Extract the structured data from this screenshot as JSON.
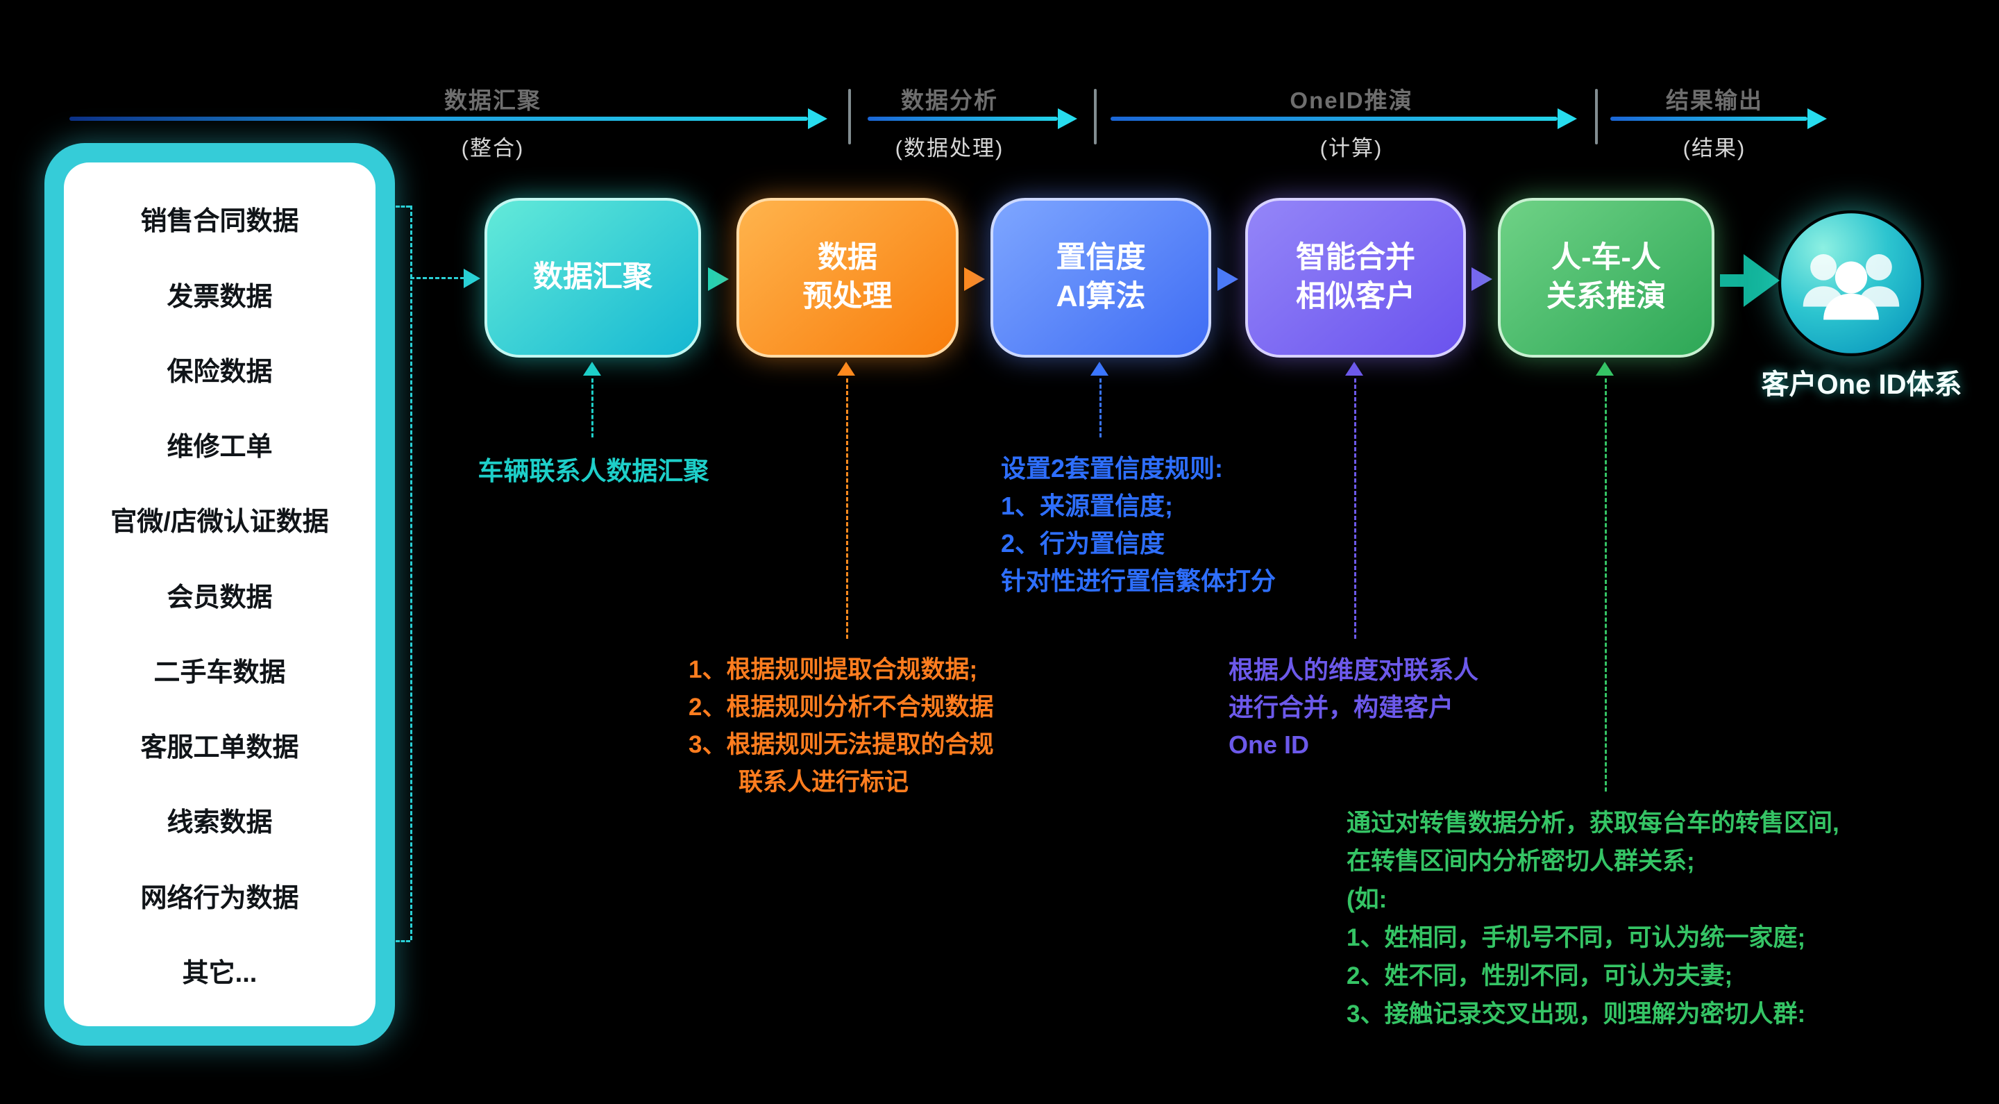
{
  "phases": [
    {
      "label": "数据汇聚",
      "sub": "(整合)"
    },
    {
      "label": "数据分析",
      "sub": "(数据处理)"
    },
    {
      "label": "OneID推演",
      "sub": "(计算)"
    },
    {
      "label": "结果输出",
      "sub": "(结果)"
    }
  ],
  "sources": {
    "items": [
      "销售合同数据",
      "发票数据",
      "保险数据",
      "维修工单",
      "官微/店微认证数据",
      "会员数据",
      "二手车数据",
      "客服工单数据",
      "线索数据",
      "网络行为数据",
      "其它..."
    ]
  },
  "steps": [
    {
      "lines": [
        "数据汇聚"
      ]
    },
    {
      "lines": [
        "数据",
        "预处理"
      ]
    },
    {
      "lines": [
        "置信度",
        "AI算法"
      ]
    },
    {
      "lines": [
        "智能合并",
        "相似客户"
      ]
    },
    {
      "lines": [
        "人-车-人",
        "关系推演"
      ]
    }
  ],
  "result": {
    "label": "客户One ID体系"
  },
  "notes": {
    "aggregation": {
      "lines": [
        "车辆联系人数据汇聚"
      ]
    },
    "preprocess": {
      "lines": [
        "1、根据规则提取合规数据;",
        "2、根据规则分析不合规数据",
        "3、根据规则无法提取的合规",
        "联系人进行标记"
      ]
    },
    "confidence": {
      "lines": [
        "设置2套置信度规则:",
        "1、来源置信度;",
        "2、行为置信度",
        "针对性进行置信繁体打分"
      ]
    },
    "merge": {
      "lines": [
        "根据人的维度对联系人",
        "进行合并，构建客户",
        "One ID"
      ]
    },
    "relation": {
      "lines": [
        "通过对转售数据分析，获取每台车的转售区间,",
        "在转售区间内分析密切人群关系;",
        "(如:",
        "1、姓相同，手机号不同，可认为统一家庭;",
        "2、姓不同，性别不同，可认为夫妻;",
        "3、接触记录交叉出现，则理解为密切人群:"
      ]
    }
  },
  "colors": {
    "cyan": "#1ecfc9",
    "orange": "#ff7d1f",
    "blue": "#2e6fff",
    "purple": "#6c59ea",
    "green": "#35c465"
  }
}
